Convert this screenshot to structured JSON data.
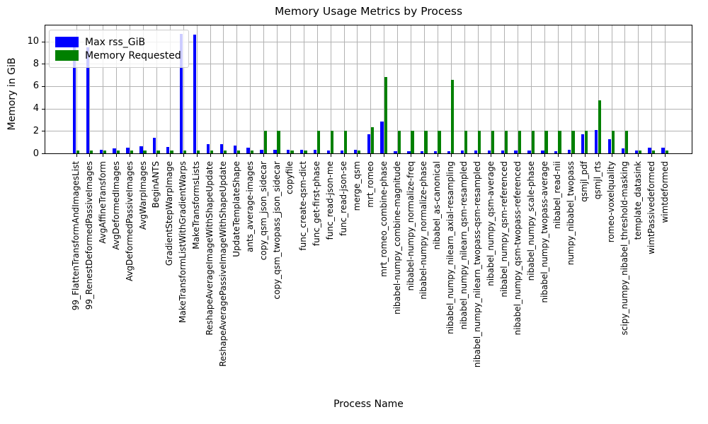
{
  "chart_data": {
    "type": "bar",
    "title": "Memory Usage Metrics by Process",
    "xlabel": "Process Name",
    "ylabel": "Memory in GiB",
    "ylim": [
      0,
      11.43
    ],
    "yticks": [
      0,
      2,
      4,
      6,
      8,
      10
    ],
    "grid": true,
    "legend_position": "upper-left",
    "categories": [
      "99_FlattenTransformAndImagesList",
      "99_RenestDeformedPassiveImages",
      "AvgAffineTransform",
      "AvgDeformedImages",
      "AvgDeformedPassiveImages",
      "AvgWarpImages",
      "BeginANTS",
      "GradientStepWarpImage",
      "MakeTransformListWithGradientWarps",
      "MakeTransformsLists",
      "ReshapeAverageImageWithShapeUpdate",
      "ReshapeAveragePassiveImageWithShapeUpdate",
      "UpdateTemplateShape",
      "ants_average-images",
      "copy_qsm_json_sidecar",
      "copy_qsm_twopass_json_sidecar",
      "copyfile",
      "func_create-qsm-dict",
      "func_get-first-phase",
      "func_read-json-me",
      "func_read-json-se",
      "merge_qsm",
      "mrt_romeo",
      "mrt_romeo_combine-phase",
      "nibabel-numpy_combine-magnitude",
      "nibabel-numpy_normalize-freq",
      "nibabel-numpy_normalize-phase",
      "nibabel_as-canonical",
      "nibabel_numpy_nilearn_axial-resampling",
      "nibabel_numpy_nilearn_qsm-resampled",
      "nibabel_numpy_nilearn_twopass-qsm-resampled",
      "nibabel_numpy_qsm-average",
      "nibabel_numpy_qsm-referenced",
      "nibabel_numpy_qsm-twopass-referenced",
      "nibabel_numpy_scale-phase",
      "nibabel_numpy_twopass-average",
      "nibabel_read-nii",
      "numpy_nibabel_twopass",
      "qsmjl_pdf",
      "qsmjl_rts",
      "romeo-voxelquality",
      "scipy_numpy_nibabel_threshold-masking",
      "template_datasink",
      "wimtPassivedeformed",
      "wimtdeformed"
    ],
    "series": [
      {
        "name": "Max rss_GiB",
        "color": "#0000ff",
        "values": [
          9.5,
          9.5,
          0.3,
          0.45,
          0.5,
          0.65,
          1.4,
          0.6,
          10.7,
          10.6,
          0.8,
          0.85,
          0.7,
          0.5,
          0.33,
          0.33,
          0.33,
          0.3,
          0.3,
          0.23,
          0.23,
          0.3,
          1.7,
          2.85,
          0.2,
          0.2,
          0.2,
          0.2,
          0.2,
          0.25,
          0.25,
          0.25,
          0.25,
          0.25,
          0.25,
          0.25,
          0.2,
          0.3,
          1.7,
          2.1,
          1.25,
          0.45,
          0.25,
          0.5,
          0.5
        ]
      },
      {
        "name": "Memory Requested",
        "color": "#008000",
        "values": [
          0.25,
          0.25,
          0.25,
          0.25,
          0.25,
          0.25,
          0.25,
          0.25,
          0.25,
          0.25,
          0.25,
          0.25,
          0.25,
          0.25,
          2,
          2,
          0.25,
          0.25,
          2,
          2,
          2,
          0.25,
          2.35,
          6.8,
          2,
          2,
          2,
          2,
          6.6,
          2,
          2,
          2,
          2,
          2,
          2,
          2,
          2,
          2,
          2,
          4.75,
          2,
          2,
          0.25,
          0.25,
          0.25
        ]
      }
    ]
  }
}
